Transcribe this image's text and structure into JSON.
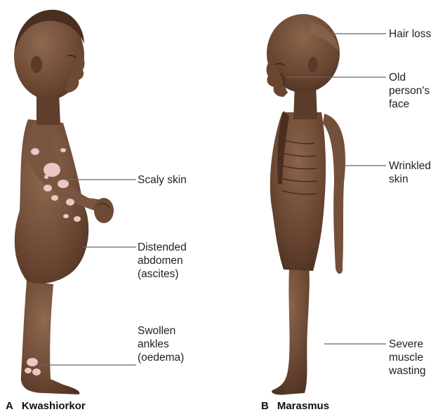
{
  "panels": [
    {
      "letter": "A",
      "title": "Kwashiorkor",
      "labels": [
        "Scaly skin",
        "Distended\nabdomen\n(ascites)",
        "Swollen\nankles\n(oedema)"
      ]
    },
    {
      "letter": "B",
      "title": "Marasmus",
      "labels": [
        "Hair loss",
        "Old\nperson's\nface",
        "Wrinkled\nskin",
        "Severe\nmuscle\nwasting"
      ]
    }
  ],
  "colors": {
    "skin": "#6e4a35",
    "skin_shadow": "#4f3222",
    "skin_highlight": "#9a7358",
    "scaly_patch": "#e8c8c4",
    "leader_line": "#666666",
    "text": "#222222"
  }
}
